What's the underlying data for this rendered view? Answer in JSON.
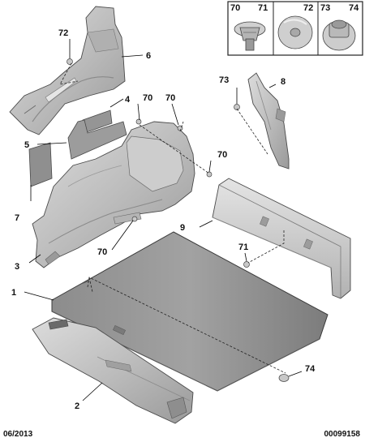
{
  "callouts": {
    "c1": "1",
    "c2": "2",
    "c3": "3",
    "c4": "4",
    "c5": "5",
    "c6": "6",
    "c7": "7",
    "c8": "8",
    "c9": "9",
    "c70a": "70",
    "c70b": "70",
    "c70c": "70",
    "c70d": "70",
    "c71": "71",
    "c72": "72",
    "c73": "73",
    "c74": "74"
  },
  "inset": {
    "p70": "70",
    "p71": "71",
    "p72": "72",
    "p73": "73",
    "p74": "74"
  },
  "footer": {
    "date": "06/2013",
    "ref": "00099158"
  },
  "colors": {
    "part_fill": "#c4c4c4",
    "part_dark": "#8e8e8e",
    "part_light": "#e2e2e2",
    "outline": "#4a4a4a",
    "leader": "#000000"
  }
}
